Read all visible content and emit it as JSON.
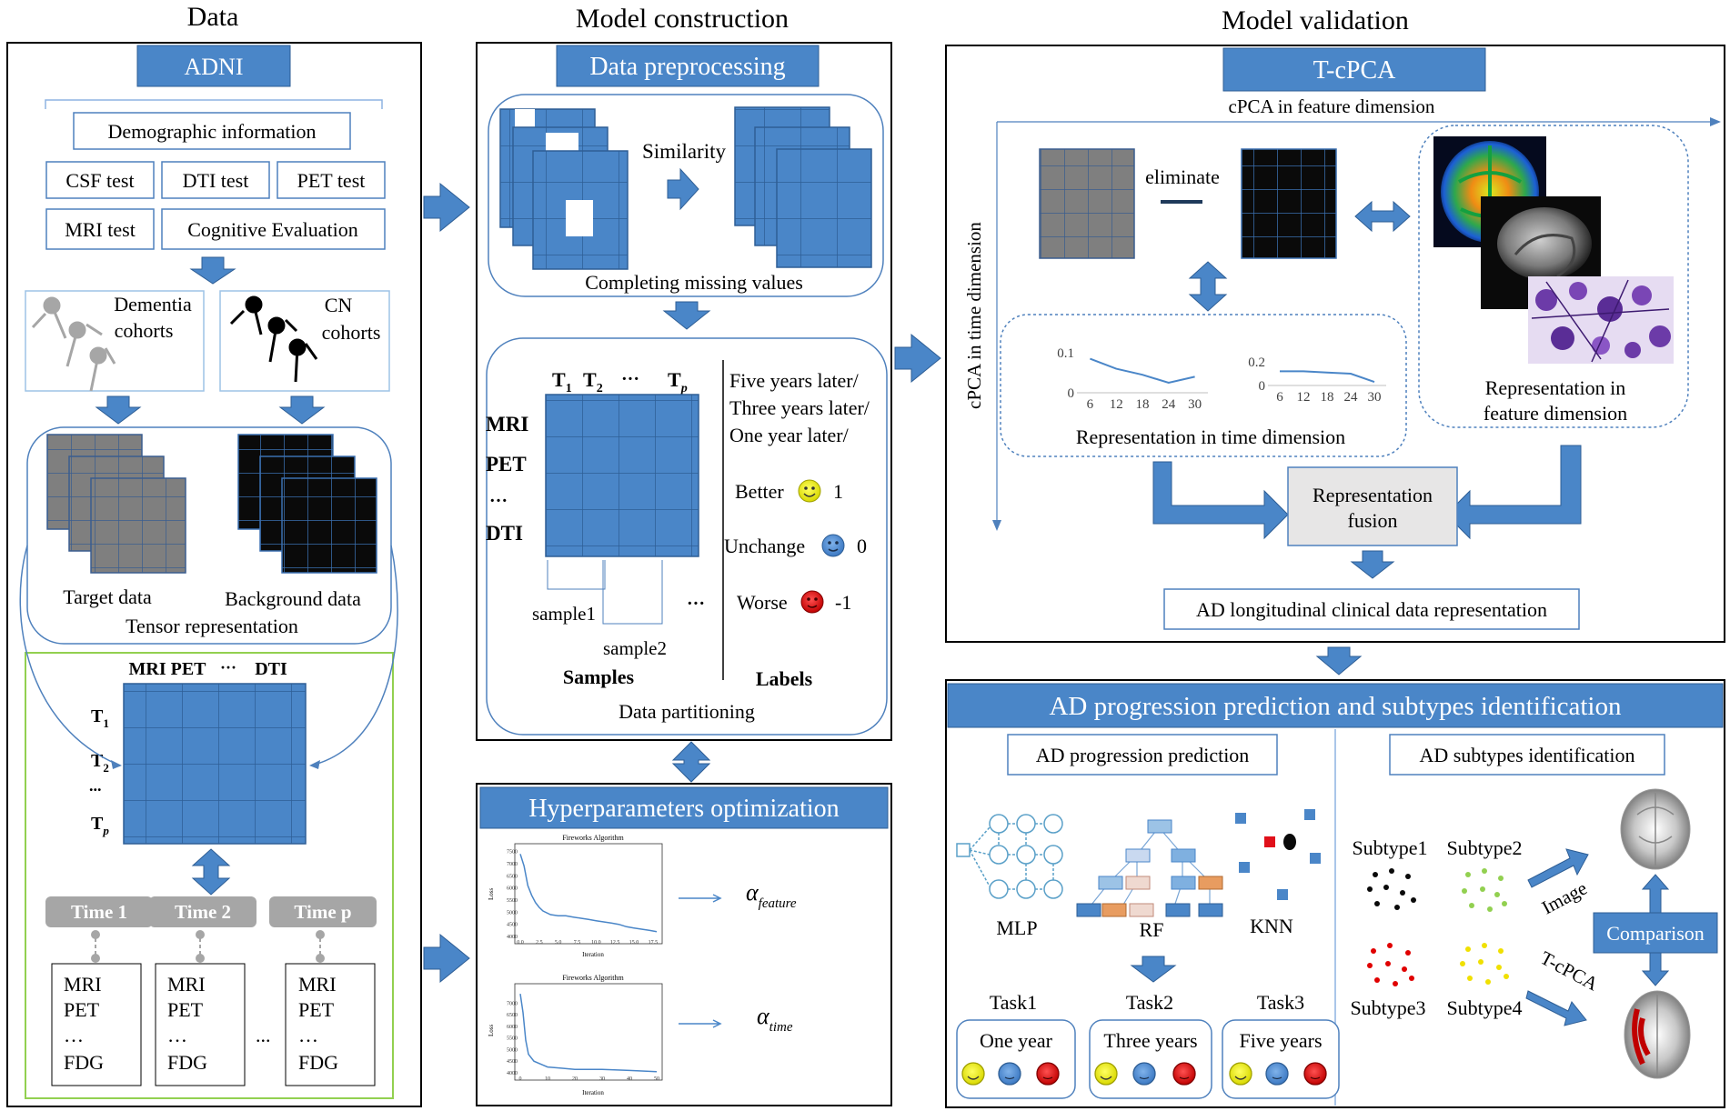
{
  "sections": {
    "data": "Data",
    "model_construction": "Model construction",
    "model_validation": "Model validation"
  },
  "data_panel": {
    "adni": "ADNI",
    "demographic": "Demographic information",
    "csf": "CSF test",
    "dti": "DTI test",
    "pet": "PET test",
    "mri": "MRI test",
    "cognitive": "Cognitive Evaluation",
    "dementia_line1": "Dementia",
    "dementia_line2": "cohorts",
    "cn_line1": "CN",
    "cn_line2": "cohorts",
    "target_data": "Target data",
    "background_data": "Background data",
    "tensor_representation": "Tensor representation",
    "matrix_header_1": "MRI PET",
    "matrix_header_dots": "···",
    "matrix_header_2": "DTI",
    "row_t1": "T",
    "row_t1_sub": "1",
    "row_t2": "T",
    "row_t2_sub": "2",
    "row_dots": "...",
    "row_tp": "T",
    "row_tp_sub": "p",
    "time1": "Time 1",
    "time2": "Time 2",
    "timep": "Time p",
    "card_lines": [
      "MRI",
      "PET",
      "…",
      "FDG"
    ],
    "card_ellipsis": "..."
  },
  "preprocessing": {
    "title": "Data preprocessing",
    "similarity": "Similarity",
    "completing": "Completing missing values",
    "col_t1": "T",
    "col_t1_sub": "1",
    "col_t2": "T",
    "col_t2_sub": "2",
    "col_dots": "···",
    "col_tp": "T",
    "col_tp_sub": "p",
    "row_mri": "MRI",
    "row_pet": "PET",
    "row_dots": "…",
    "row_dti": "DTI",
    "five_years": "Five years later/",
    "three_years": "Three years later/",
    "one_year": "One year later/",
    "better": "Better",
    "better_val": "1",
    "unchange": "Unchange",
    "unchange_val": "0",
    "worse": "Worse",
    "worse_val": "-1",
    "sample1": "sample1",
    "sample2": "sample2",
    "sample_dots": "···",
    "samples": "Samples",
    "labels": "Labels",
    "data_partitioning": "Data partitioning"
  },
  "hyper": {
    "title": "Hyperparameters optimization",
    "chart_title": "Fireworks Algorithm",
    "alpha_feature": "α",
    "alpha_feature_sub": "feature",
    "alpha_time": "α",
    "alpha_time_sub": "time",
    "chart1": {
      "type": "line",
      "x": [
        0,
        0.5,
        1,
        1.5,
        2,
        2.5,
        3,
        4,
        5,
        6,
        7,
        8,
        9,
        10,
        11,
        12,
        13,
        14,
        15,
        16,
        17,
        18
      ],
      "y": [
        7400,
        6900,
        6100,
        5700,
        5400,
        5200,
        5050,
        4900,
        4850,
        4850,
        4800,
        4750,
        4700,
        4650,
        4600,
        4550,
        4500,
        4400,
        4350,
        4300,
        4250,
        4200
      ],
      "xlim": [
        0,
        18
      ],
      "ylim": [
        4000,
        7600
      ],
      "yticks": [
        "7500",
        "7000",
        "6500",
        "6000",
        "5500",
        "5000",
        "4500",
        "4000"
      ],
      "xticks": [
        "0.0",
        "2.5",
        "5.0",
        "7.5",
        "10.0",
        "12.5",
        "15.0",
        "17.5"
      ],
      "xlabel": "Iteration",
      "ylabel": "Loss"
    },
    "chart2": {
      "type": "line",
      "x": [
        0,
        1,
        2,
        3,
        5,
        8,
        10,
        15,
        20,
        30,
        40,
        50
      ],
      "y": [
        7400,
        6600,
        5400,
        4800,
        4500,
        4350,
        4250,
        4200,
        4150,
        4150,
        4100,
        4050
      ],
      "xlim": [
        0,
        50
      ],
      "ylim": [
        4000,
        7600
      ],
      "yticks": [
        "7000",
        "6500",
        "6000",
        "5500",
        "5000",
        "4500",
        "4000"
      ],
      "xticks": [
        "0",
        "10",
        "20",
        "30",
        "40",
        "50"
      ],
      "xlabel": "Iteration",
      "ylabel": "Loss"
    }
  },
  "tcpca": {
    "title": "T-cPCA",
    "cpca_feature": "cPCA in feature dimension",
    "cpca_time": "cPCA in time dimension",
    "eliminate": "eliminate",
    "rep_time": "Representation in time dimension",
    "rep_feature_line1": "Representation in",
    "rep_feature_line2": "feature dimension",
    "fusion_line1": "Representation",
    "fusion_line2": "fusion",
    "ad_long": "AD longitudinal clinical data representation",
    "mini1": {
      "type": "line",
      "x": [
        6,
        12,
        18,
        24,
        30
      ],
      "y": [
        0.085,
        0.06,
        0.045,
        0.025,
        0.04
      ],
      "ylim": [
        0,
        0.1
      ],
      "yticks": [
        "0.1",
        "0"
      ],
      "xticks": [
        "6",
        "12",
        "18",
        "24",
        "30"
      ]
    },
    "mini2": {
      "type": "line",
      "x": [
        6,
        12,
        18,
        24,
        30
      ],
      "y": [
        0.12,
        0.12,
        0.11,
        0.1,
        0.03
      ],
      "ylim": [
        0,
        0.2
      ],
      "yticks": [
        "0.2",
        "0"
      ],
      "xticks": [
        "6",
        "12",
        "18",
        "24",
        "30"
      ]
    }
  },
  "prediction": {
    "title": "AD progression prediction and subtypes identification",
    "progression": "AD progression prediction",
    "subtypes": "AD subtypes identification",
    "mlp": "MLP",
    "rf": "RF",
    "knn": "KNN",
    "task1": "Task1",
    "task2": "Task2",
    "task3": "Task3",
    "one_year": "One year",
    "three_years": "Three years",
    "five_years": "Five years",
    "subtype1": "Subtype1",
    "subtype2": "Subtype2",
    "subtype3": "Subtype3",
    "subtype4": "Subtype4",
    "image": "Image",
    "tcpca": "T-cPCA",
    "comparison": "Comparison"
  },
  "colors": {
    "blue": "#4a86c8",
    "blue_dark": "#2e5e95",
    "outline": "#4f81bd",
    "grey": "#808080",
    "black": "#0a0a0a",
    "green": "#92d050"
  }
}
